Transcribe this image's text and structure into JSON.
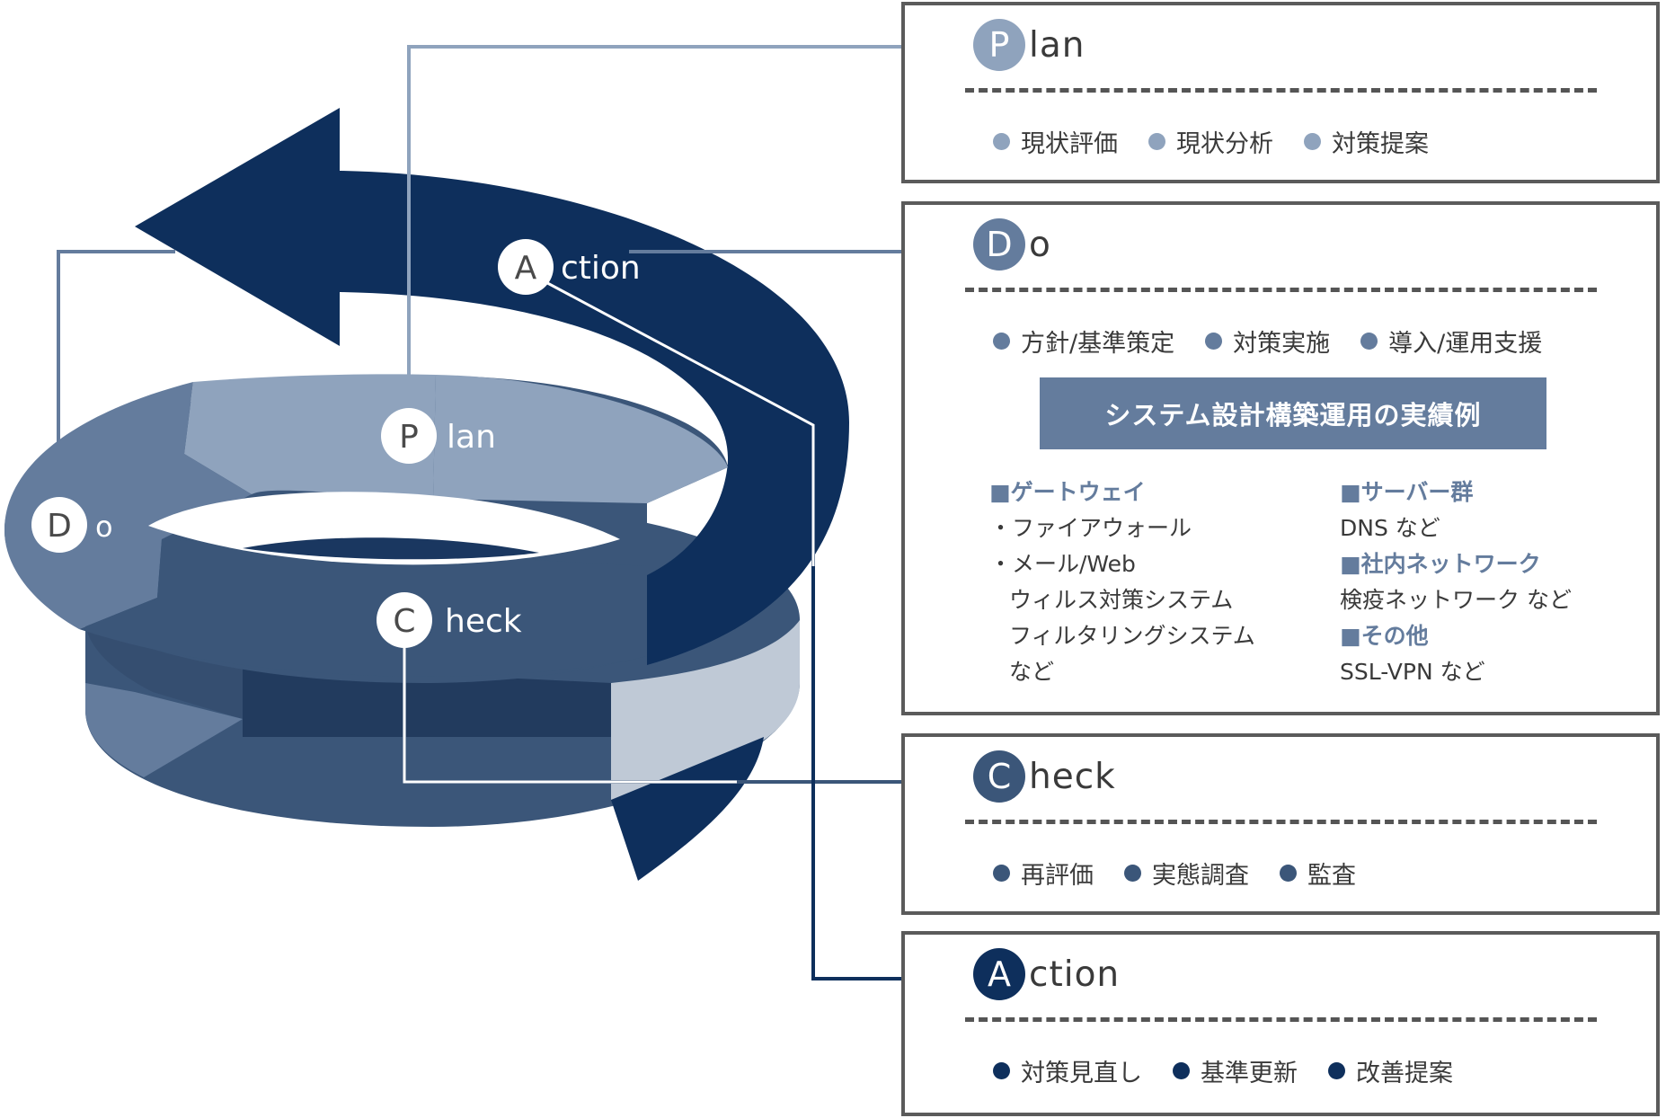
{
  "colors": {
    "plan": "#8fa3bd",
    "do": "#647c9d",
    "check": "#3b5679",
    "action": "#0e2f5c",
    "panel_border": "#5b5b5b"
  },
  "spiral_labels": {
    "plan": {
      "letter": "P",
      "rest": "lan"
    },
    "do": {
      "letter": "D",
      "rest": "o"
    },
    "check": {
      "letter": "C",
      "rest": "heck"
    },
    "action": {
      "letter": "A",
      "rest": "ction"
    }
  },
  "panels": {
    "plan": {
      "letter": "P",
      "rest": "lan",
      "items": [
        "現状評価",
        "現状分析",
        "対策提案"
      ]
    },
    "do": {
      "letter": "D",
      "rest": "o",
      "items": [
        "方針/基準策定",
        "対策実施",
        "導入/運用支援"
      ],
      "subheading": "システム設計構築運用の実績例",
      "left_column": {
        "heading": "■ゲートウェイ",
        "lines": [
          "・ファイアウォール",
          "・メール/Web",
          "ウィルス対策システム",
          "フィルタリングシステム",
          "など"
        ]
      },
      "right_column": [
        {
          "heading": "■サーバー群",
          "lines": [
            "DNS など"
          ]
        },
        {
          "heading": "■社内ネットワーク",
          "lines": [
            "検疫ネットワーク など"
          ]
        },
        {
          "heading": "■その他",
          "lines": [
            "SSL-VPN など"
          ]
        }
      ]
    },
    "check": {
      "letter": "C",
      "rest": "heck",
      "items": [
        "再評価",
        "実態調査",
        "監査"
      ]
    },
    "action": {
      "letter": "A",
      "rest": "ction",
      "items": [
        "対策見直し",
        "基準更新",
        "改善提案"
      ]
    }
  }
}
